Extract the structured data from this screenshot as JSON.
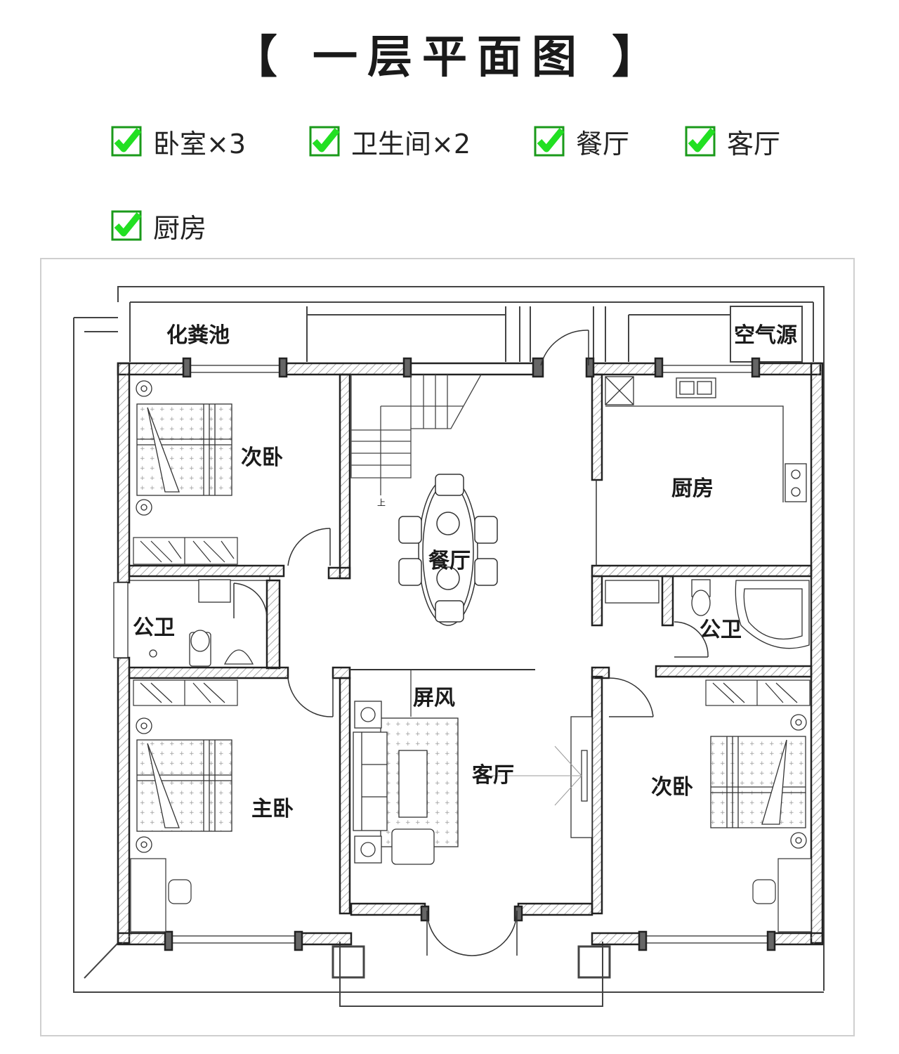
{
  "title": "【 一层平面图 】",
  "features": [
    {
      "label": "卧室×3"
    },
    {
      "label": "卫生间×2"
    },
    {
      "label": "餐厅"
    },
    {
      "label": "客厅"
    },
    {
      "label": "厨房"
    }
  ],
  "plan": {
    "labels": {
      "septic_tank": "化粪池",
      "air_source": "空气源",
      "secondary_bedroom_nw": "次卧",
      "kitchen": "厨房",
      "dining_room": "餐厅",
      "public_bath_w": "公卫",
      "public_bath_e": "公卫",
      "screen": "屏风",
      "living_room": "客厅",
      "master_bedroom": "主卧",
      "secondary_bedroom_se": "次卧",
      "stair_up": "上"
    }
  },
  "colors": {
    "check_fill": "#22e022",
    "check_border": "#1a9a1a",
    "wall": "#222222",
    "hatch": "#888888",
    "frame": "#cfcfcf"
  }
}
